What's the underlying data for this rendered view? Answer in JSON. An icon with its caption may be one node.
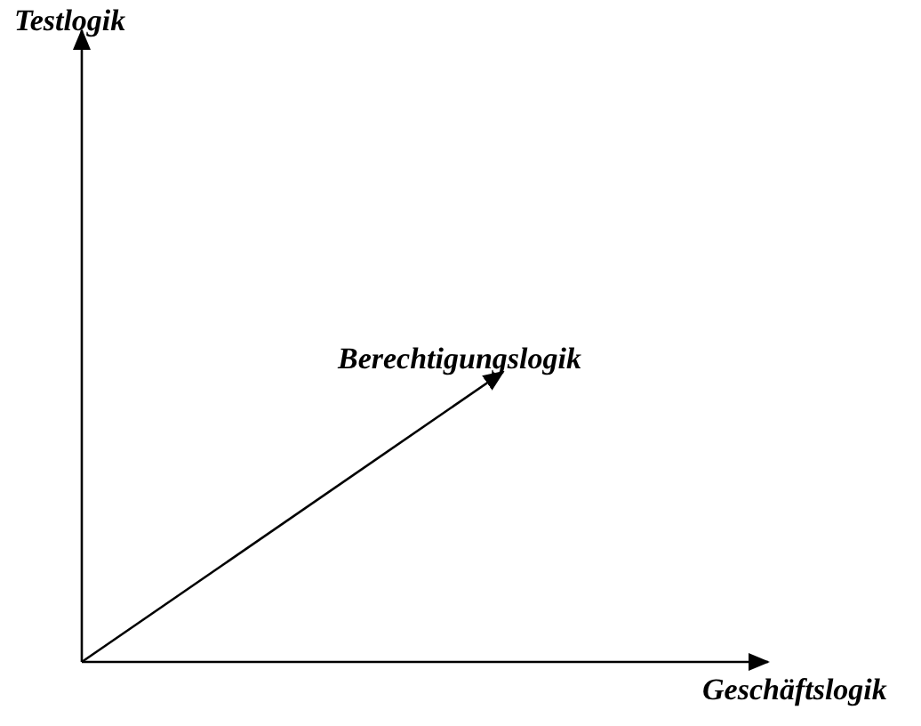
{
  "diagram": {
    "labels": [
      "Testlogik",
      "Berechtigungslogik",
      "Geschäftslogik"
    ]
  }
}
